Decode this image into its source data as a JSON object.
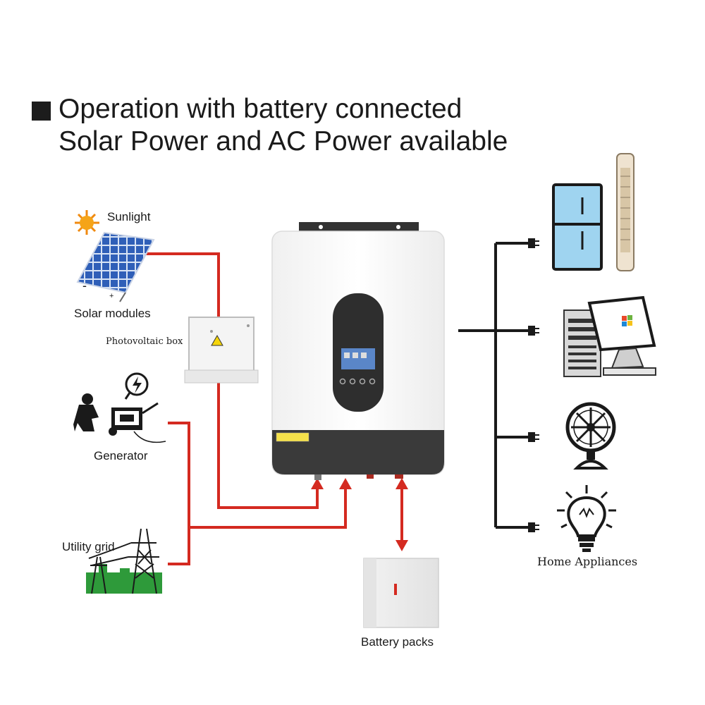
{
  "title": {
    "line1": "Operation with battery connected",
    "line2": "Solar Power and AC Power available"
  },
  "labels": {
    "sunlight": "Sunlight",
    "solar_modules": "Solar modules",
    "pv_box": "Photovoltaic box",
    "generator": "Generator",
    "utility_grid": "Utility grid",
    "battery_packs": "Battery packs",
    "home_appliances": "Home Appliances",
    "panel_minus": "-",
    "panel_plus": "+"
  },
  "colors": {
    "flow_line": "#d42a20",
    "load_line": "#1a1a1a",
    "inverter_body": "#ffffff",
    "inverter_base": "#3a3a3a",
    "panel_cells": "#2f5fb8",
    "grid_green": "#2e9a3a",
    "fridge_blue": "#9fd4f0"
  },
  "icons": [
    "sun-icon",
    "solar-panel-icon",
    "pv-box-icon",
    "generator-icon",
    "utility-grid-icon",
    "inverter-icon",
    "battery-pack-icon",
    "refrigerator-icon",
    "tower-fan-icon",
    "computer-icon",
    "desk-fan-icon",
    "light-bulb-icon"
  ]
}
